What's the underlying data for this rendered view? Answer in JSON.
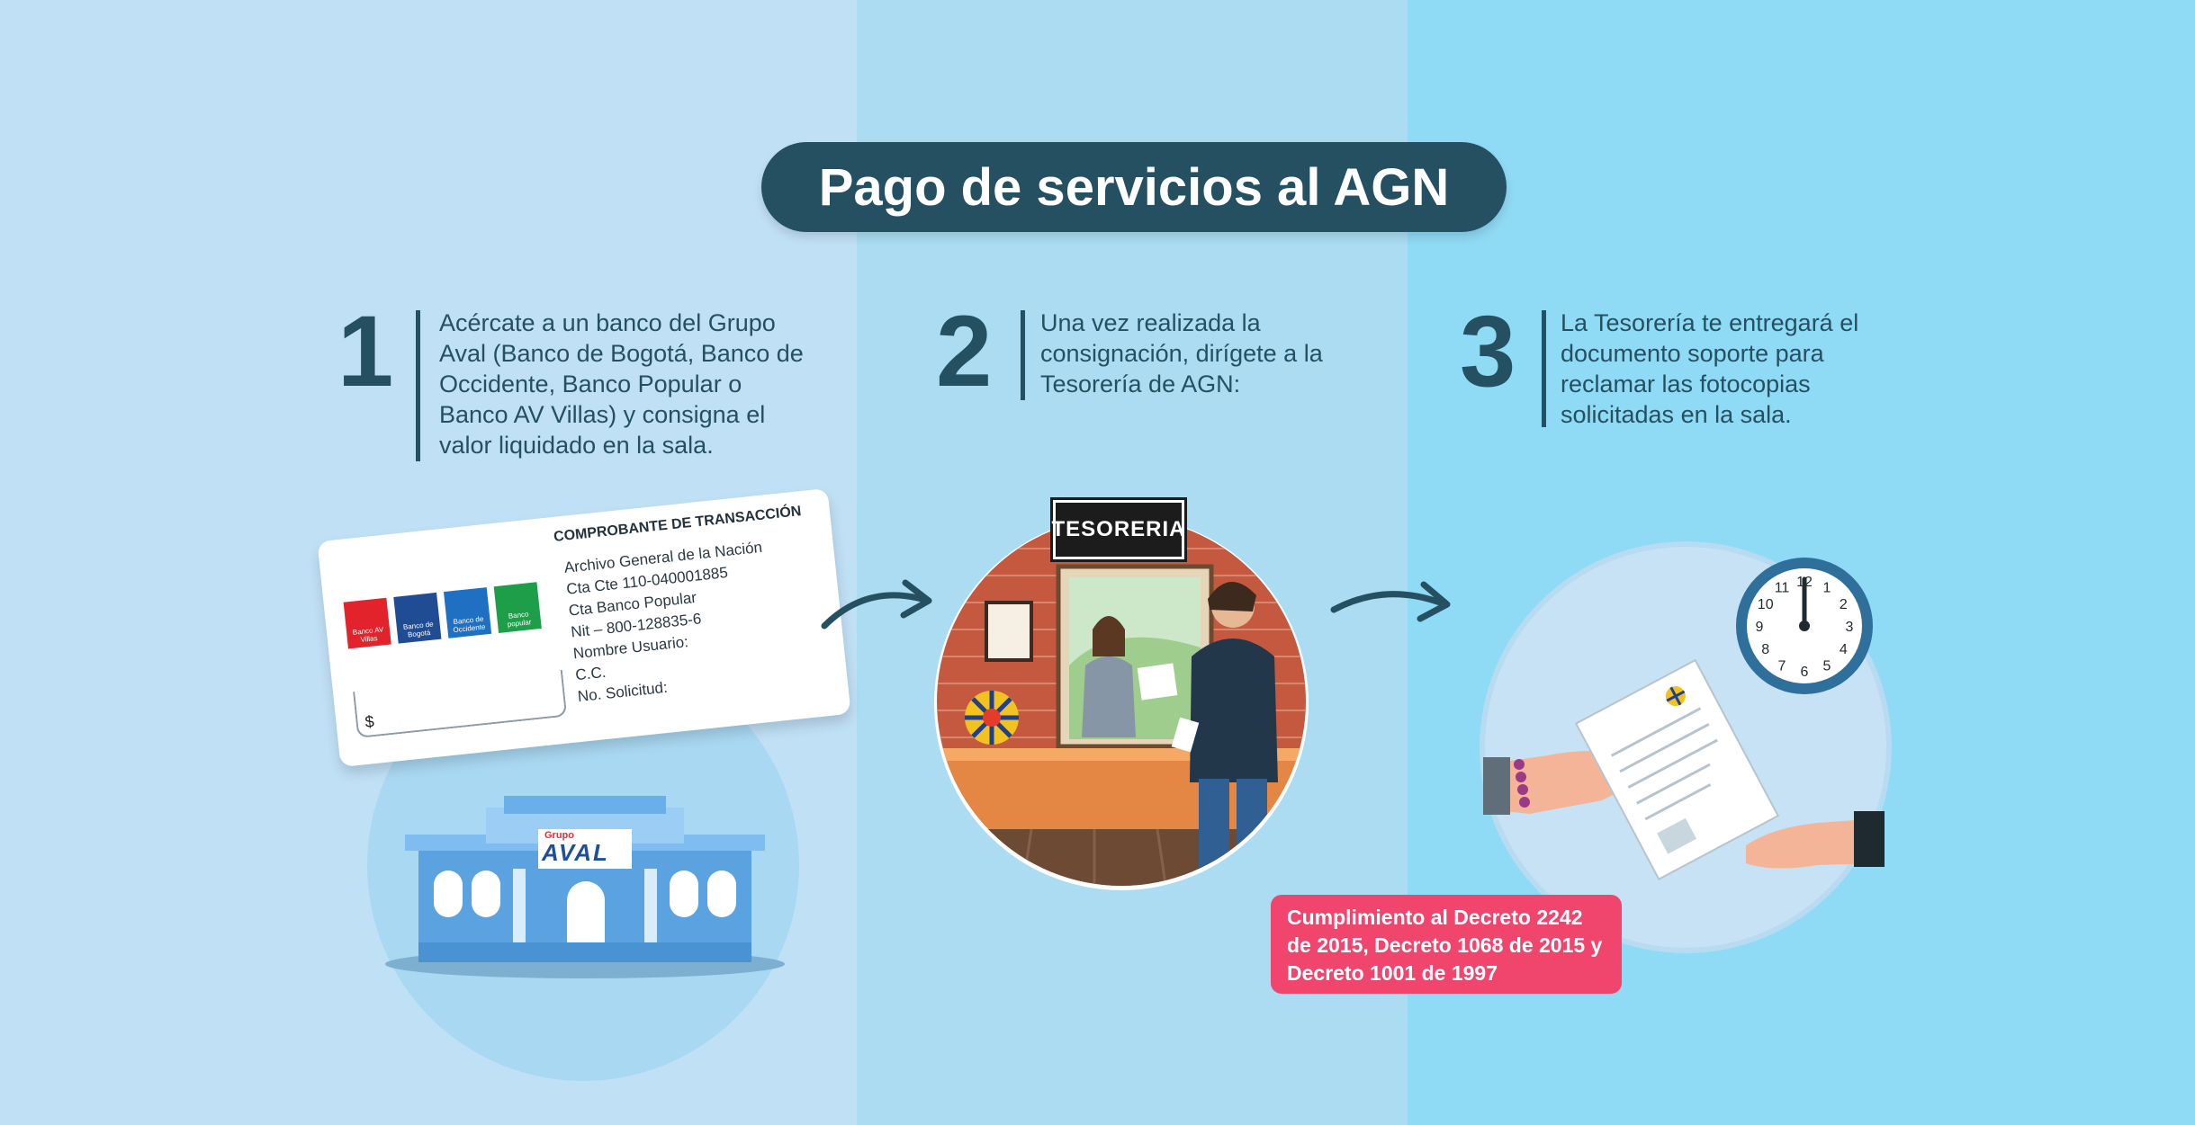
{
  "title": "Pago de servicios al AGN",
  "steps": [
    {
      "number": "1",
      "text": "Acércate a un banco del Grupo Aval (Banco de Bogotá, Banco de Occidente, Banco Popular o Banco AV Villas) y consigna el valor liquidado en la sala."
    },
    {
      "number": "2",
      "text": "Una vez realizada la consignación, dirígete a la Tesorería de AGN:"
    },
    {
      "number": "3",
      "text": "La Tesorería te entregará el documento soporte para reclamar las fotocopias solicitadas en la sala."
    }
  ],
  "receipt": {
    "heading": "COMPROBANTE DE TRANSACCIÓN",
    "lines": [
      "Archivo General de la Nación",
      "Cta Cte 110-040001885",
      "Cta Banco Popular",
      "Nit – 800-128835-6",
      "Nombre Usuario:",
      "C.C.",
      "No. Solicitud:"
    ],
    "amount_symbol": "$",
    "bank_logos": [
      {
        "label": "Banco AV Villas",
        "color": "#e2232b"
      },
      {
        "label": "Banco de Bogotá",
        "color": "#1f4c93"
      },
      {
        "label": "Banco de Occidente",
        "color": "#1f70c2"
      },
      {
        "label": "Banco popular",
        "color": "#1f9e49"
      }
    ]
  },
  "bank_building": {
    "small_label": "Grupo",
    "brand": "AVAL"
  },
  "treasury_sign": "TESORERIA",
  "clock": {
    "numbers": [
      "12",
      "1",
      "2",
      "3",
      "4",
      "5",
      "6",
      "7",
      "8",
      "9",
      "10",
      "11"
    ]
  },
  "notice": "Cumplimiento al Decreto 2242 de 2015, Decreto 1068 de 2015 y Decreto 1001 de 1997",
  "colors": {
    "title_bg": "#255062",
    "accent_pink": "#f0456d",
    "text_dark": "#255062"
  }
}
